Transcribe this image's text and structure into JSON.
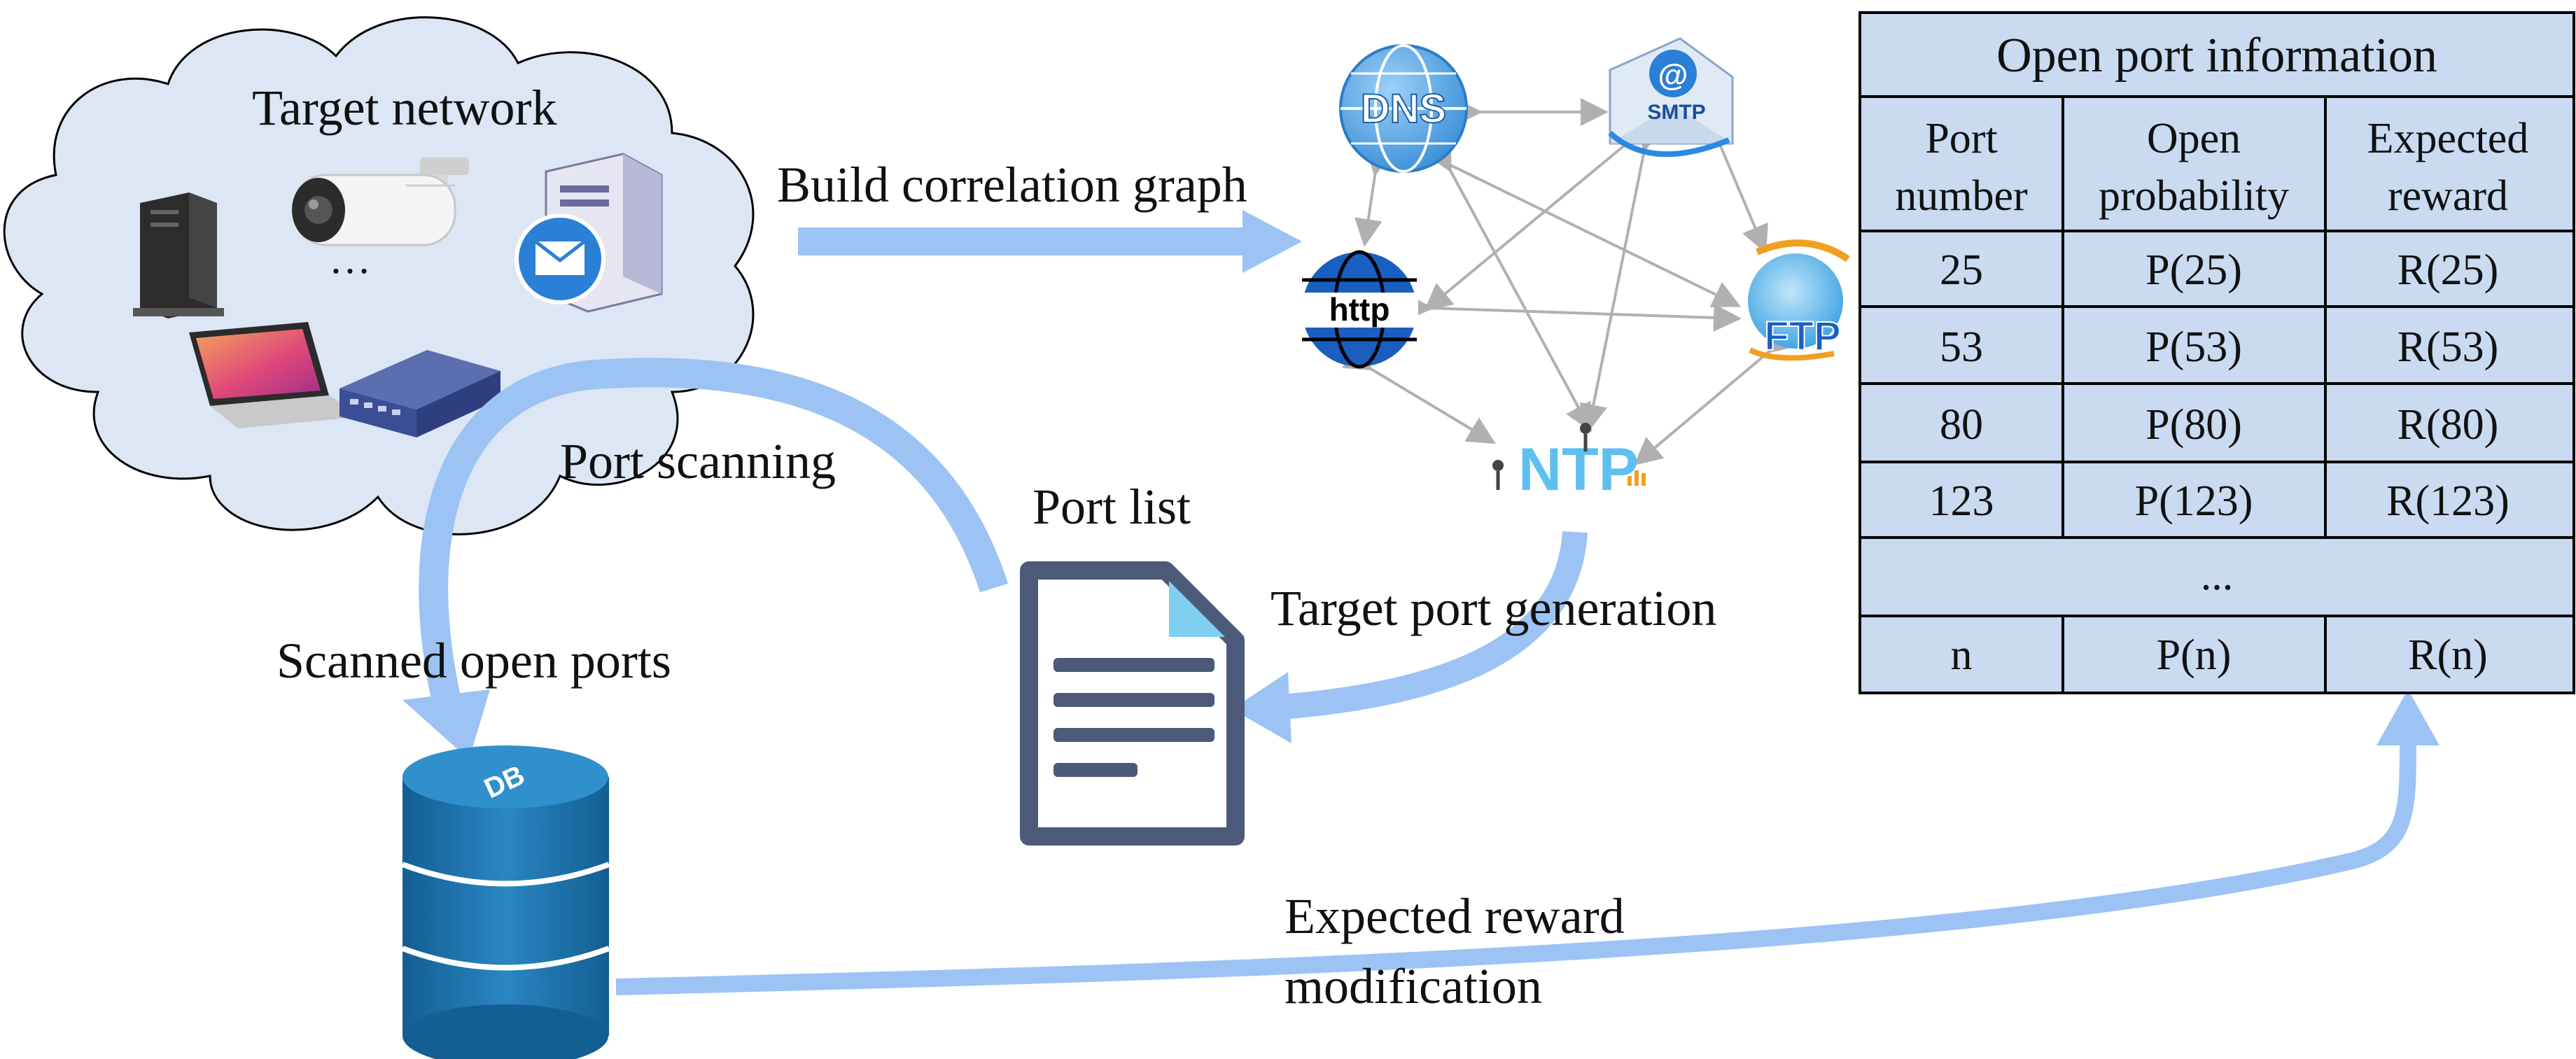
{
  "labels": {
    "target_network": "Target network",
    "ellipsis": "…",
    "build_graph": "Build correlation graph",
    "port_scanning": "Port scanning",
    "port_list": "Port list",
    "target_port_generation": "Target port generation",
    "scanned_open_ports": "Scanned open ports",
    "expected_reward_line1": "Expected reward",
    "expected_reward_line2": "modification"
  },
  "services": {
    "dns": "DNS",
    "smtp_at": "@",
    "smtp": "SMTP",
    "http": "http",
    "ftp": "FTP",
    "ntp": "NTP",
    "db": "DB"
  },
  "table": {
    "title": "Open port information",
    "headers": {
      "port_line1": "Port",
      "port_line2": "number",
      "prob_line1": "Open",
      "prob_line2": "probability",
      "reward_line1": "Expected",
      "reward_line2": "reward"
    },
    "rows": [
      {
        "port": "25",
        "prob": "P(25)",
        "reward": "R(25)"
      },
      {
        "port": "53",
        "prob": "P(53)",
        "reward": "R(53)"
      },
      {
        "port": "80",
        "prob": "P(80)",
        "reward": "R(80)"
      },
      {
        "port": "123",
        "prob": "P(123)",
        "reward": "R(123)"
      }
    ],
    "ellipsis_row": "...",
    "last_row": {
      "port": "n",
      "prob": "P(n)",
      "reward": "R(n)"
    }
  },
  "colors": {
    "flow_arrow": "#9cc3f3",
    "cloud_fill": "#dce6f4",
    "table_fill": "#c9daf1",
    "db_blue": "#1a6fa8",
    "doc_gray": "#4a5a78"
  }
}
